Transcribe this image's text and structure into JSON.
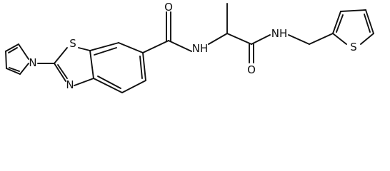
{
  "molecule": {
    "atoms": {
      "pyrrole_n": "N",
      "thiazole_s": "S",
      "thiazole_n": "N",
      "amide_o_1": "O",
      "amide_nh_1": "NH",
      "amide_o_2": "O",
      "amide_nh_2": "NH",
      "thiophene_s": "S"
    }
  }
}
